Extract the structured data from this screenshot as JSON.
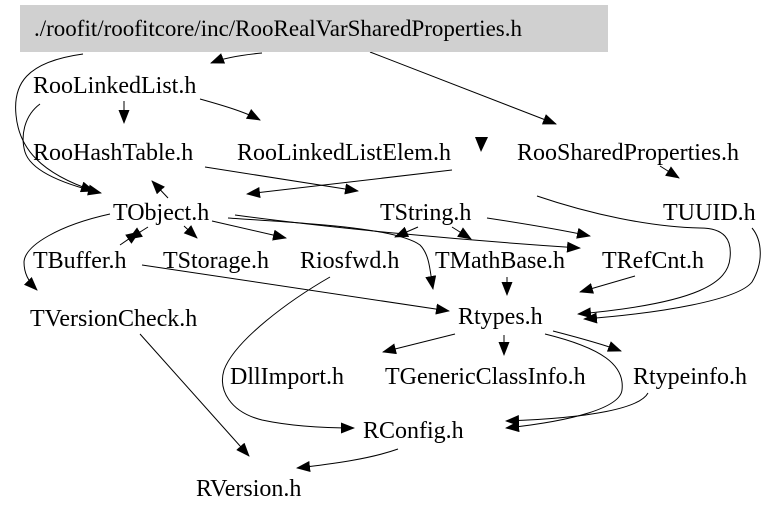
{
  "diagram": {
    "type": "include-dependency-graph",
    "colors": {
      "background": "#ffffff",
      "main_node_bg": "#d0d0d0",
      "text": "#000000",
      "edge": "#000000"
    },
    "main_node": {
      "label": "./roofit/roofitcore/inc/RooRealVarSharedProperties.h"
    },
    "nodes": {
      "roolinkedlist": {
        "label": "RooLinkedList.h"
      },
      "roohashtable": {
        "label": "RooHashTable.h"
      },
      "roolinkedlistelem": {
        "label": "RooLinkedListElem.h"
      },
      "roosharedproperties": {
        "label": "RooSharedProperties.h"
      },
      "tobject": {
        "label": "TObject.h"
      },
      "tstring": {
        "label": "TString.h"
      },
      "tuuid": {
        "label": "TUUID.h"
      },
      "tbuffer": {
        "label": "TBuffer.h"
      },
      "tstorage": {
        "label": "TStorage.h"
      },
      "riosfwd": {
        "label": "Riosfwd.h"
      },
      "tmathbase": {
        "label": "TMathBase.h"
      },
      "trefcnt": {
        "label": "TRefCnt.h"
      },
      "tversioncheck": {
        "label": "TVersionCheck.h"
      },
      "rtypes": {
        "label": "Rtypes.h"
      },
      "dllimport": {
        "label": "DllImport.h"
      },
      "tgenericclassinfo": {
        "label": "TGenericClassInfo.h"
      },
      "rtypeinfo": {
        "label": "Rtypeinfo.h"
      },
      "rconfig": {
        "label": "RConfig.h"
      },
      "rversion": {
        "label": "RVersion.h"
      }
    },
    "edges": [
      {
        "from": "main",
        "to": "roolinkedlist"
      },
      {
        "from": "main",
        "to": "roosharedproperties"
      },
      {
        "from": "main",
        "to": "roolinkedlistelem"
      },
      {
        "from": "main",
        "to": "tobject"
      },
      {
        "from": "roolinkedlist",
        "to": "roohashtable"
      },
      {
        "from": "roolinkedlist",
        "to": "roolinkedlistelem"
      },
      {
        "from": "roolinkedlist",
        "to": "tobject"
      },
      {
        "from": "roohashtable",
        "to": "tobject"
      },
      {
        "from": "roohashtable",
        "to": "tstring"
      },
      {
        "from": "roolinkedlistelem",
        "to": "tobject"
      },
      {
        "from": "roosharedproperties",
        "to": "tuuid"
      },
      {
        "from": "tobject",
        "to": "tbuffer"
      },
      {
        "from": "tbuffer",
        "to": "tobject"
      },
      {
        "from": "tobject",
        "to": "tstorage"
      },
      {
        "from": "tobject",
        "to": "riosfwd"
      },
      {
        "from": "tobject",
        "to": "trefcnt"
      },
      {
        "from": "tobject",
        "to": "rtypes"
      },
      {
        "from": "tobject",
        "to": "tversioncheck"
      },
      {
        "from": "tstring",
        "to": "riosfwd"
      },
      {
        "from": "tstring",
        "to": "tmathbase"
      },
      {
        "from": "tstring",
        "to": "trefcnt"
      },
      {
        "from": "tstring",
        "to": "rtypes"
      },
      {
        "from": "tuuid",
        "to": "rtypes"
      },
      {
        "from": "tbuffer",
        "to": "rtypes"
      },
      {
        "from": "tmathbase",
        "to": "rtypes"
      },
      {
        "from": "trefcnt",
        "to": "rtypes"
      },
      {
        "from": "rtypes",
        "to": "dllimport"
      },
      {
        "from": "rtypes",
        "to": "tgenericclassinfo"
      },
      {
        "from": "rtypes",
        "to": "rtypeinfo"
      },
      {
        "from": "rtypes",
        "to": "rconfig"
      },
      {
        "from": "rtypeinfo",
        "to": "rconfig"
      },
      {
        "from": "riosfwd",
        "to": "rconfig"
      },
      {
        "from": "tversioncheck",
        "to": "rversion"
      },
      {
        "from": "rconfig",
        "to": "rversion"
      }
    ]
  }
}
